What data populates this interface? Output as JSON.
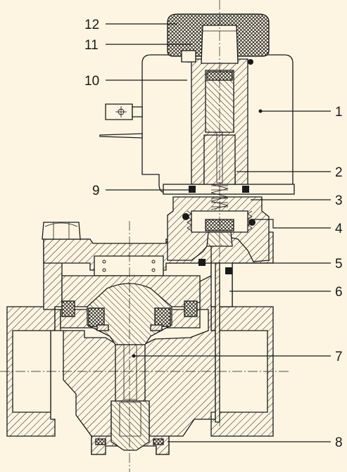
{
  "callouts": {
    "c1": "1",
    "c2": "2",
    "c3": "3",
    "c4": "4",
    "c5": "5",
    "c6": "6",
    "c7": "7",
    "c8": "8",
    "c9": "9",
    "c10": "10",
    "c11": "11",
    "c12": "12"
  },
  "colors": {
    "background": "#fdf5e2",
    "ink": "#1a1a1a",
    "hatch_fill": "#fdf5e2"
  }
}
